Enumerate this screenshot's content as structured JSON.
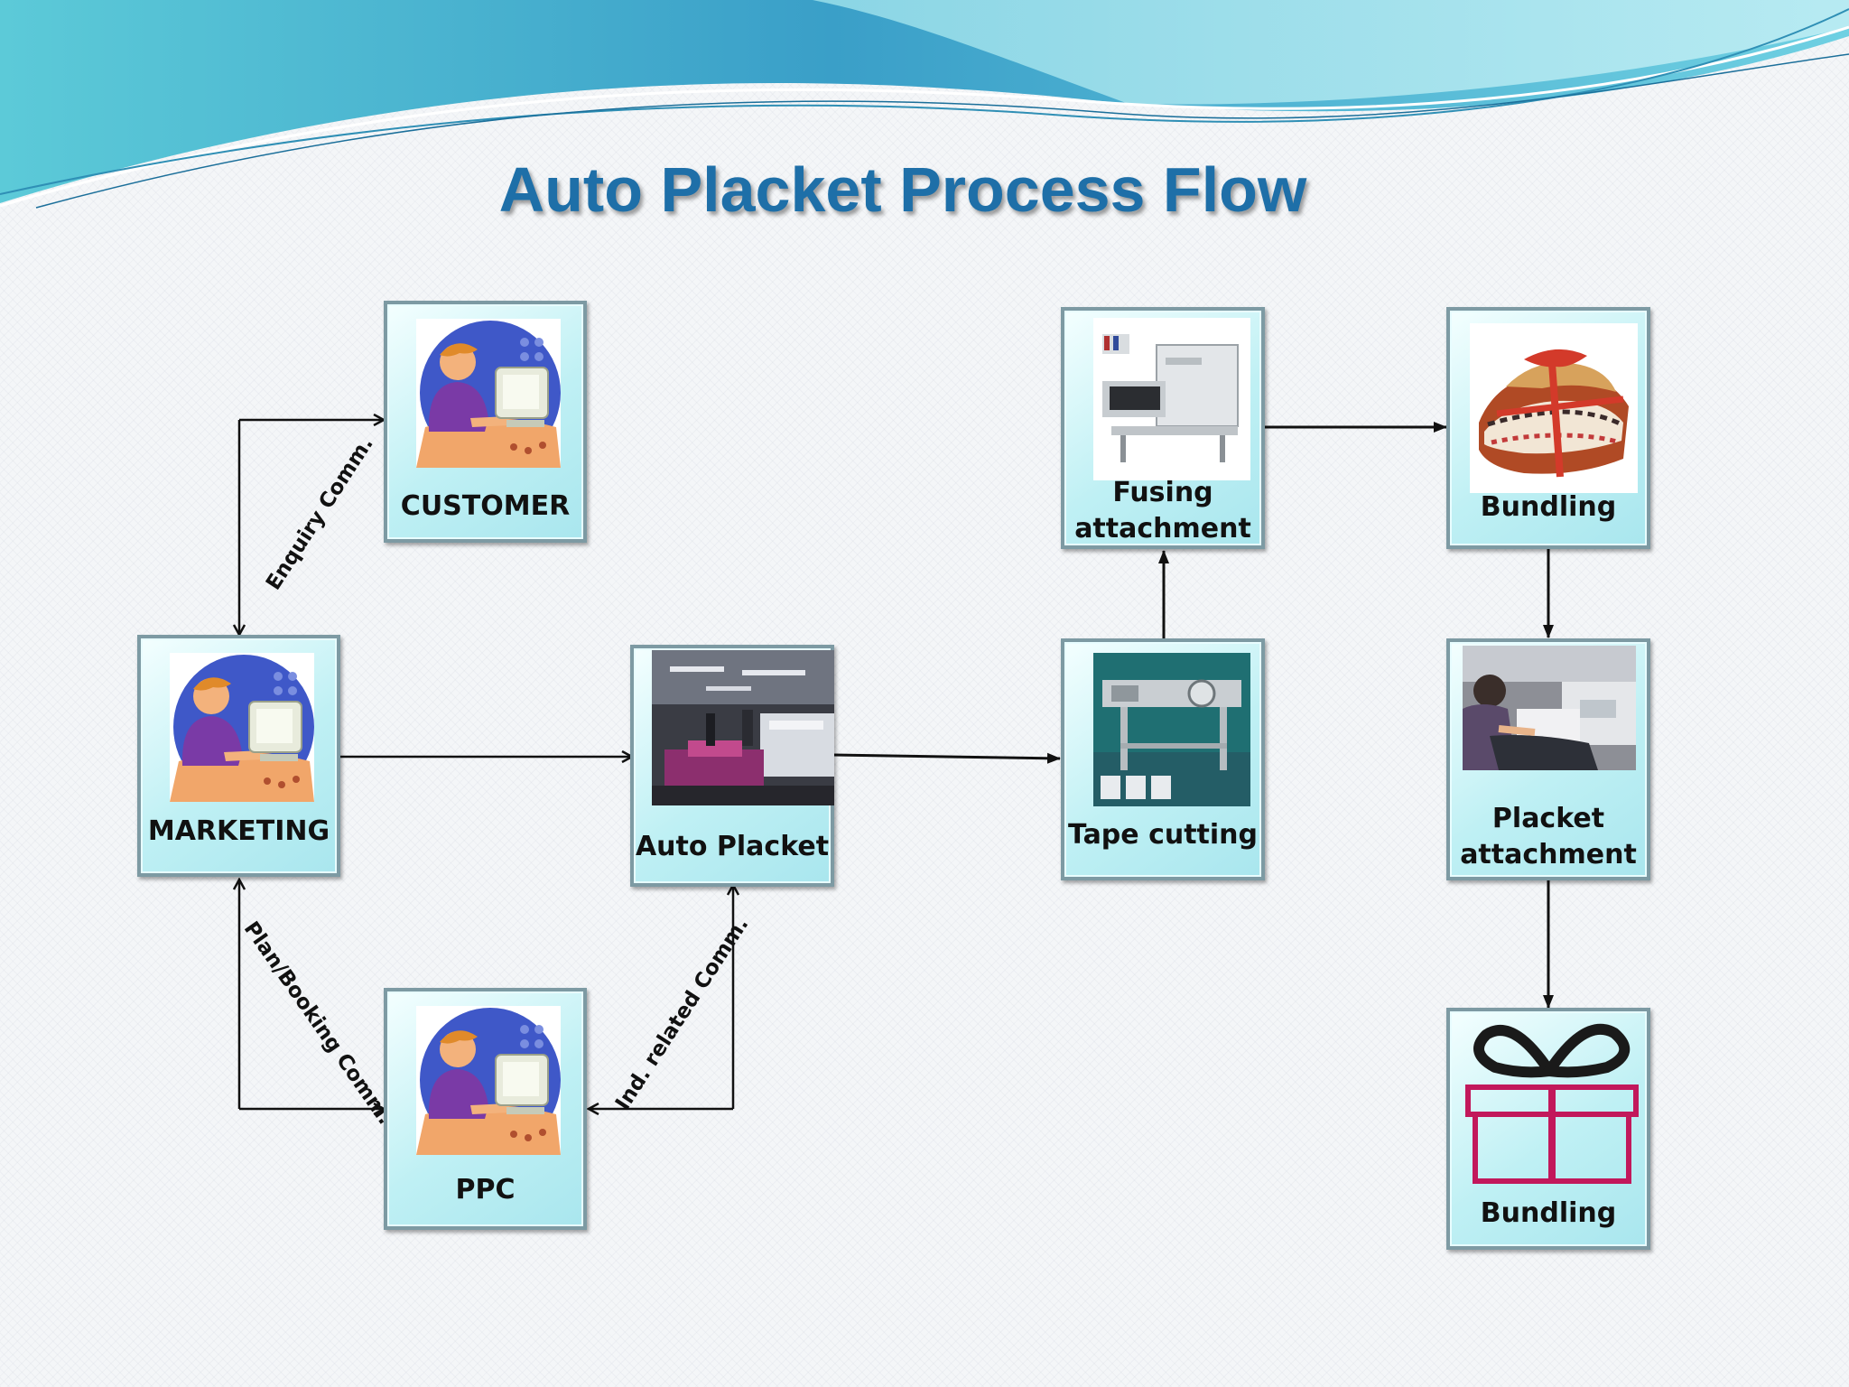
{
  "title": "Auto Placket Process Flow",
  "colors": {
    "title": "#1e6fa8",
    "box_fill": "#bff0f4",
    "box_border": "#7d9aa3",
    "gift_ribbon": "#c2185b"
  },
  "nodes": {
    "customer": {
      "label": "CUSTOMER",
      "icon": "person-computer-icon"
    },
    "marketing": {
      "label": "MARKETING",
      "icon": "person-computer-icon"
    },
    "ppc": {
      "label": "PPC",
      "icon": "person-computer-icon"
    },
    "auto_placket": {
      "label": "Auto Placket",
      "icon": "factory-floor-photo"
    },
    "tape_cutting": {
      "label": "Tape cutting",
      "icon": "tape-cutting-machine-photo"
    },
    "fusing": {
      "label_line1": "Fusing",
      "label_line2": "attachment",
      "icon": "fusing-machine-photo"
    },
    "bundling_top": {
      "label": "Bundling",
      "icon": "fabric-bundle-photo"
    },
    "placket_attachment": {
      "label_line1": "Placket",
      "label_line2": "attachment",
      "icon": "sewing-operator-photo"
    },
    "bundling_bottom": {
      "label": "Bundling",
      "icon": "gift-box-icon"
    }
  },
  "edges": {
    "enquiry": "Enquiry Comm.",
    "plan_booking": "Plan/Booking Comm.",
    "ind_related": "Ind. related Comm."
  }
}
